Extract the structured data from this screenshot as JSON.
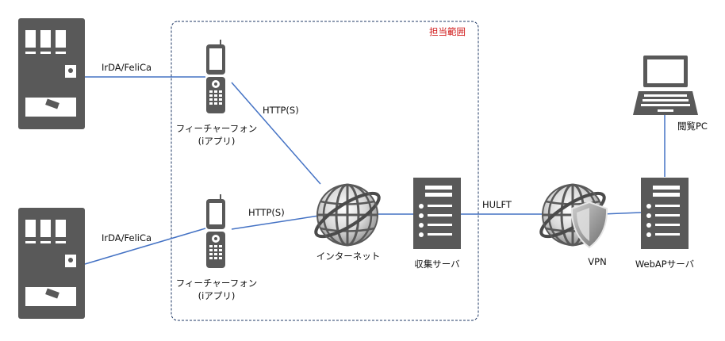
{
  "scope_label": "担当範囲",
  "links": {
    "irda_top": "IrDA/FeliCa",
    "irda_bottom": "IrDA/FeliCa",
    "http_top": "HTTP(S)",
    "http_bottom": "HTTP(S)",
    "hulft": "HULFT"
  },
  "nodes": {
    "phone_top": {
      "line1": "フィーチャーフォン",
      "line2": "(iアプリ)"
    },
    "phone_bottom": {
      "line1": "フィーチャーフォン",
      "line2": "(iアプリ)"
    },
    "internet": "インターネット",
    "collect_server": "収集サーバ",
    "vpn": "VPN",
    "webap_server": "WebAPサーバ",
    "viewer_pc": "閲覧PC"
  },
  "colors": {
    "line": "#4472c4",
    "icon": "#595959",
    "scope_border": "#1f3864",
    "scope_label": "#d01818"
  },
  "icons": [
    "vending-machine-icon",
    "feature-phone-icon",
    "globe-icon",
    "server-icon",
    "shield-icon",
    "laptop-icon"
  ]
}
